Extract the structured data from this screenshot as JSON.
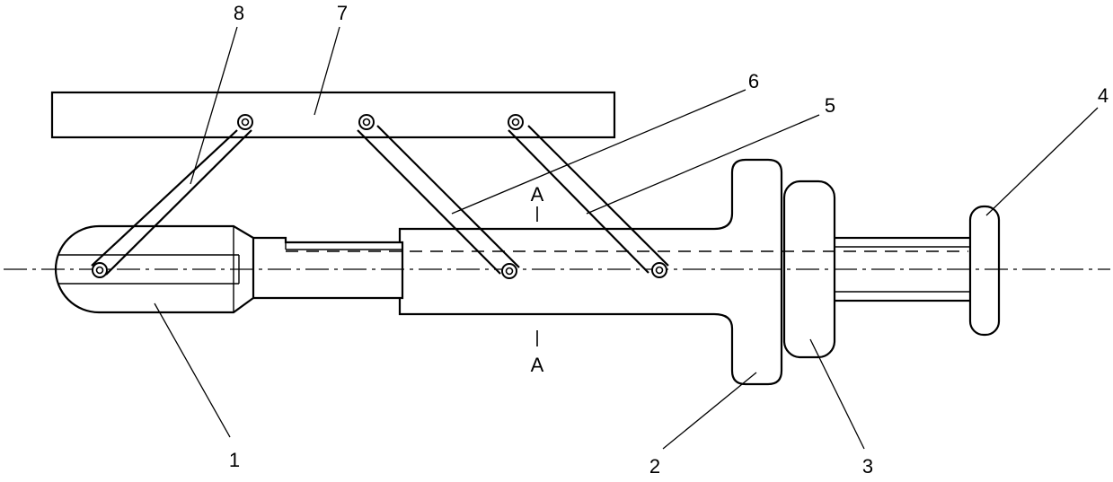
{
  "figure": {
    "labels": {
      "l1": "1",
      "l2": "2",
      "l3": "3",
      "l4": "4",
      "l5": "5",
      "l6": "6",
      "l7": "7",
      "l8": "8",
      "section_top": "A",
      "section_bottom": "A"
    }
  }
}
